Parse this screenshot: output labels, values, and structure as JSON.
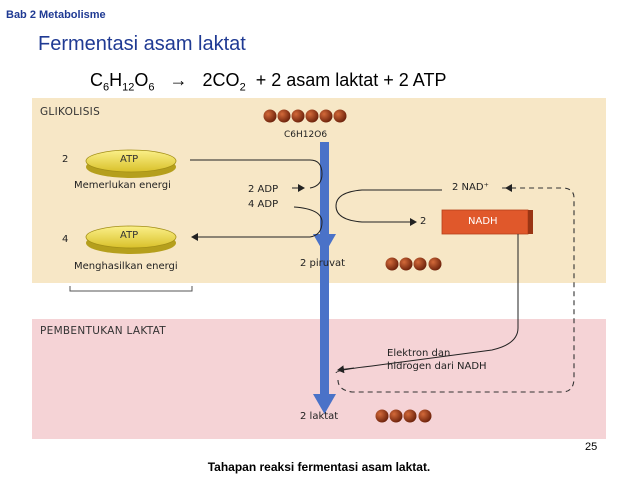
{
  "header": {
    "chapter": "Bab 2 Metabolisme",
    "title": "Fermentasi asam laktat"
  },
  "equation": {
    "c": "C",
    "c_sub": "6",
    "h": "H",
    "h_sub": "12",
    "o": "O",
    "o_sub": "6",
    "arrow": "→",
    "co2": "2CO",
    "co2_sub": "2",
    "rest": "+ 2 asam laktat + 2 ATP"
  },
  "diagram": {
    "glikolisis": {
      "section_label": "GLIKOLISIS",
      "glucose_label": "C6H12O6",
      "atp_in_count": "2",
      "atp_in_label": "ATP",
      "atp_in_caption": "Memerlukan energi",
      "atp_out_count": "4",
      "atp_out_label": "ATP",
      "atp_out_caption": "Menghasilkan energi",
      "adp_2": "2 ADP",
      "adp_4": "4 ADP",
      "nad": "2 NAD⁺",
      "nadh_count": "2",
      "nadh_label": "NADH",
      "pyruvate": "2 piruvat"
    },
    "laktat": {
      "section_label": "PEMBENTUKAN LAKTAT",
      "electron_line1": "Elektron dan",
      "electron_line2": "hidrogen dari NADH",
      "lactate": "2 laktat"
    },
    "colors": {
      "top_band": "#f7e7c6",
      "bottom_band": "#f5d3d6",
      "main_arrow": "#4a72c8",
      "atp_disc": "#f1e24b",
      "nadh_box": "#e0582b",
      "molecule": "#8a2f10"
    }
  },
  "footer": {
    "page_number": "25",
    "caption": "Tahapan reaksi fermentasi asam laktat."
  }
}
